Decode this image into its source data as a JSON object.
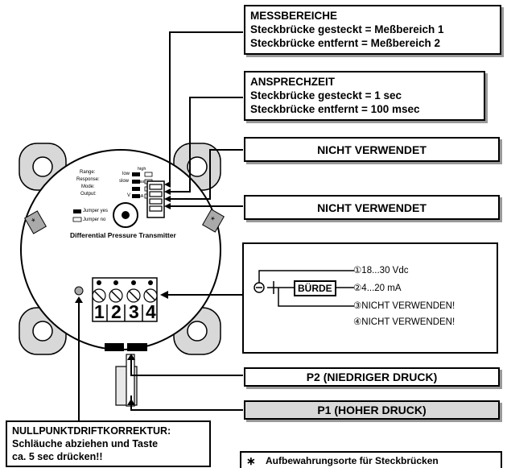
{
  "messbereiche": {
    "title": "MESSBEREICHE",
    "line1": "Steckbrücke gesteckt = Meßbereich 1",
    "line2": "Steckbrücke entfernt  = Meßbereich 2"
  },
  "ansprechzeit": {
    "title": "ANSPRECHZEIT",
    "line1": "Steckbrücke gesteckt = 1 sec",
    "line2": "Steckbrücke entfernt  = 100 msec"
  },
  "nicht_verwendet_1": "NICHT VERWENDET",
  "nicht_verwendet_2": "NICHT VERWENDET",
  "device": {
    "range_label": "Range:",
    "response_label": "Response:",
    "mode_label": "Mode:",
    "output_label": "Output:",
    "range_low": "low",
    "range_high": "high",
    "response_slow": "slow",
    "response_fast": "fast",
    "output_v": "V",
    "output_ma": "mA",
    "jumper_yes": "Jumper yes",
    "jumper_no": "Jumper no",
    "title": "Differential Pressure Transmitter",
    "terminals": [
      "1",
      "2",
      "3",
      "4"
    ],
    "asterisk": "*"
  },
  "wiring": {
    "burde": "BÜRDE",
    "t1": "①18...30 Vdc",
    "t2": "②4...20 mA",
    "t3": "③NICHT VERWENDEN!",
    "t4": "④NICHT VERWENDEN!"
  },
  "p2": "P2 (NIEDRIGER DRUCK)",
  "p1": "P1 (HOHER DRUCK)",
  "nullpunkt": {
    "line1": "NULLPUNKTDRIFTKORREKTUR:",
    "line2": "Schläuche abziehen und Taste",
    "line3": "ca. 5 sec drücken!!"
  },
  "legend": {
    "symbol": "∗",
    "text": "Aufbewahrungsorte für Steckbrücken"
  }
}
